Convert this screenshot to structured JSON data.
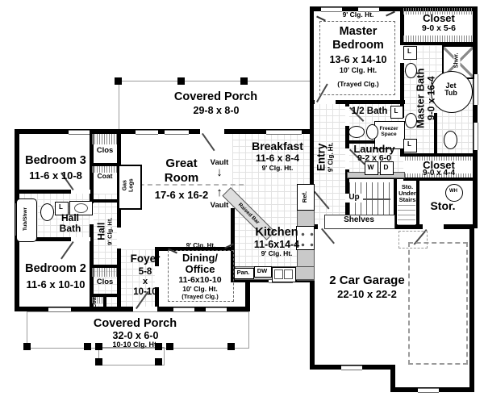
{
  "labels": {
    "porch_top": {
      "name": "Covered Porch",
      "dim": "29-8 x 8-0"
    },
    "porch_bottom": {
      "name": "Covered Porch",
      "dim": "32-0 x 6-0",
      "clg": "10-10 Clg. Ht."
    },
    "master_bedroom": {
      "pointer": "9' Clg. Ht.",
      "name1": "Master",
      "name2": "Bedroom",
      "dim": "13-6 x 14-10",
      "clg": "10' Clg. Ht.",
      "tray": "(Trayed Clg.)"
    },
    "closet_top": {
      "name": "Closet",
      "dim": "9-0 x 5-6"
    },
    "master_bath": {
      "name": "Master Bath",
      "dim": "9-0 x 16-4"
    },
    "shower": "Shwr.",
    "jet_tub": {
      "line1": "Jet",
      "line2": "Tub"
    },
    "linen": "L",
    "half_bath": "1/2 Bath",
    "freezer": {
      "line1": "Freezer",
      "line2": "Space"
    },
    "laundry": {
      "name": "Laundry",
      "dim": "9-2 x 6-0"
    },
    "washer": "W",
    "dryer": "D",
    "entry": {
      "name": "Entry",
      "clg": "9' Clg. Ht."
    },
    "closet_bottom": {
      "name": "Closet",
      "dim": "9-0 x 4-4"
    },
    "sto": {
      "line1": "Sto.",
      "line2": "Under",
      "line3": "Stairs"
    },
    "storage": "Stor.",
    "wh": "WH",
    "up": "Up",
    "shelves": "Shelves",
    "breakfast": {
      "name": "Breakfast",
      "dim": "11-6 x 8-4",
      "clg": "9' Clg. Ht."
    },
    "raised_bar": "Raised Bar",
    "ref": "Ref.",
    "kitchen": {
      "name": "Kitchen",
      "dim": "11-6x14-4",
      "clg": "9' Clg. Ht."
    },
    "pantry": "Pan.",
    "dw": "DW",
    "garage": {
      "name": "2 Car Garage",
      "dim": "22-10 x 22-2"
    },
    "great_room": {
      "name1": "Great",
      "name2": "Room",
      "dim": "17-6 x 16-2"
    },
    "vault": "Vault",
    "gas_logs": {
      "line1": "Gas",
      "line2": "Logs"
    },
    "bedroom3": {
      "name": "Bedroom 3",
      "dim": "11-6 x 10-8"
    },
    "bedroom2": {
      "name": "Bedroom 2",
      "dim": "11-6 x 10-10"
    },
    "clos": "Clos",
    "coat": "Coat",
    "tub_shwr": "Tub/Shwr",
    "hall_bath": {
      "line1": "Hall",
      "line2": "Bath"
    },
    "hall": {
      "name": "Hall",
      "clg": "9' Clg. Ht."
    },
    "foyer": {
      "name": "Foyer",
      "l1": "5-8",
      "l2": "x",
      "l3": "10-10"
    },
    "dining": {
      "pointer": "9' Clg. Ht.",
      "name1": "Dining/",
      "name2": "Office",
      "dim": "11-6x10-10",
      "clg": "10' Clg. Ht.",
      "tray": "(Trayed Clg.)"
    }
  },
  "icons": {
    "vault_down": "↓",
    "vault_up": "↑"
  },
  "colors": {
    "wall": "#000000",
    "tile_line": "#e2e2e2",
    "counter": "#c9c9c9",
    "dash": "#9a9a9a"
  }
}
